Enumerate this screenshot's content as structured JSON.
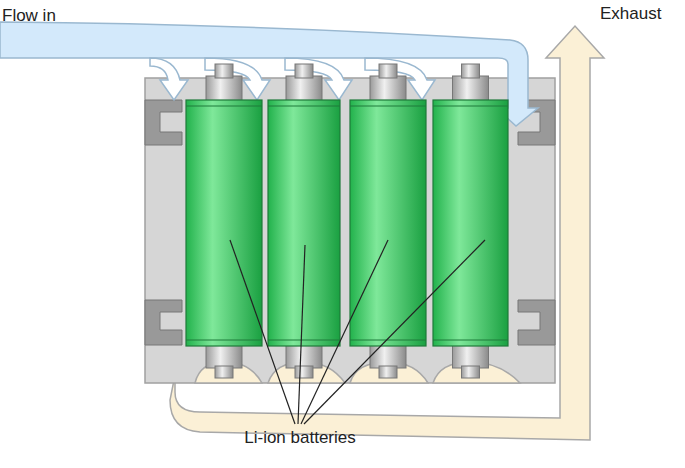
{
  "diagram": {
    "labels": [
      "Flow in",
      "Exhaust",
      "Li-ion batteries"
    ]
  }
}
